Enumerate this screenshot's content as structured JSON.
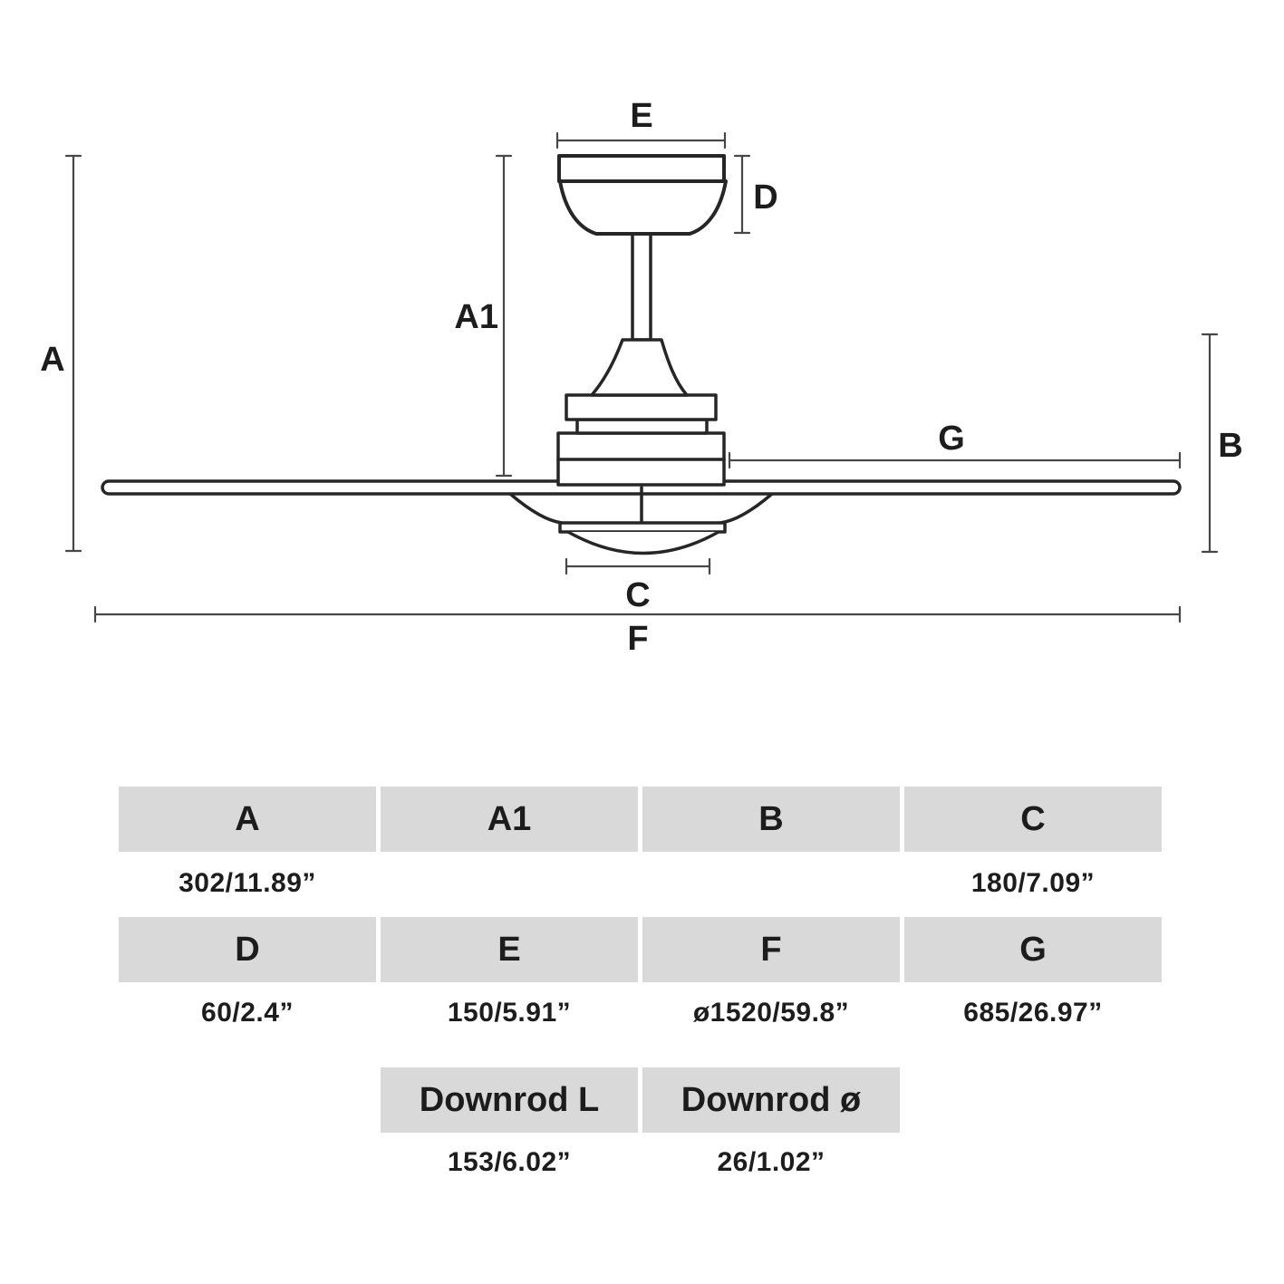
{
  "diagram": {
    "labels": {
      "a": "A",
      "a1": "A1",
      "b": "B",
      "c": "C",
      "d": "D",
      "e": "E",
      "f": "F",
      "g": "G"
    }
  },
  "table": {
    "rows": [
      {
        "headers": [
          "A",
          "A1",
          "B",
          "C"
        ],
        "values": [
          "302/11.89”",
          "",
          "",
          "180/7.09”"
        ]
      },
      {
        "headers": [
          "D",
          "E",
          "F",
          "G"
        ],
        "values": [
          "60/2.4”",
          "150/5.91”",
          "ø1520/59.8”",
          "685/26.97”"
        ]
      },
      {
        "headers": [
          "Downrod L",
          "Downrod ø"
        ],
        "values": [
          "153/6.02”",
          "26/1.02”"
        ]
      }
    ]
  },
  "colors": {
    "background": "#ffffff",
    "outline": "#262626",
    "dimension_lines": "#474747",
    "table_header_bg": "#d9d9d9",
    "text": "#1d1d1d"
  }
}
